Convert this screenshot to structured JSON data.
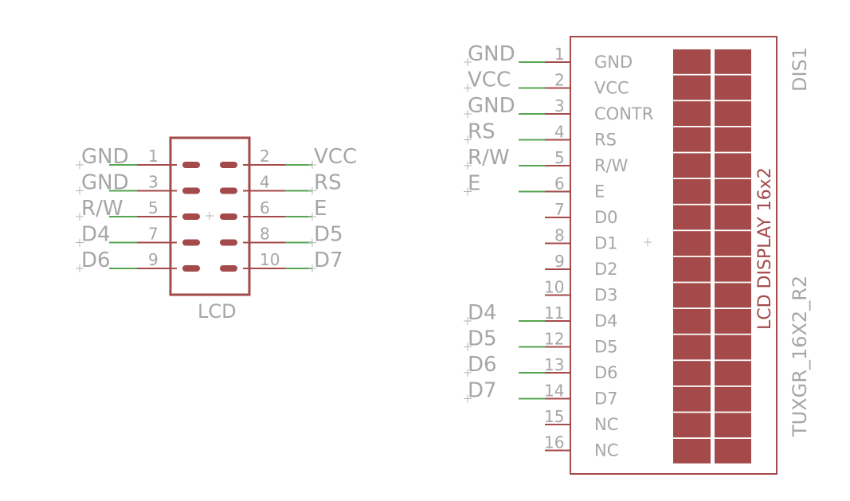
{
  "connector": {
    "name": "LCD",
    "left_pins": [
      {
        "num": "1",
        "net": "GND"
      },
      {
        "num": "3",
        "net": "GND"
      },
      {
        "num": "5",
        "net": "R/W"
      },
      {
        "num": "7",
        "net": "D4"
      },
      {
        "num": "9",
        "net": "D6"
      }
    ],
    "right_pins": [
      {
        "num": "2",
        "net": "VCC"
      },
      {
        "num": "4",
        "net": "RS"
      },
      {
        "num": "6",
        "net": "E"
      },
      {
        "num": "8",
        "net": "D5"
      },
      {
        "num": "10",
        "net": "D7"
      }
    ]
  },
  "display": {
    "ref": "DIS1",
    "value": "TUXGR_16X2_R2",
    "label": "LCD DISPLAY 16x2",
    "pins": [
      {
        "num": "1",
        "name": "GND",
        "net": "GND"
      },
      {
        "num": "2",
        "name": "VCC",
        "net": "VCC"
      },
      {
        "num": "3",
        "name": "CONTR",
        "net": "GND"
      },
      {
        "num": "4",
        "name": "RS",
        "net": "RS"
      },
      {
        "num": "5",
        "name": "R/W",
        "net": "R/W"
      },
      {
        "num": "6",
        "name": "E",
        "net": "E"
      },
      {
        "num": "7",
        "name": "D0",
        "net": ""
      },
      {
        "num": "8",
        "name": "D1",
        "net": ""
      },
      {
        "num": "9",
        "name": "D2",
        "net": ""
      },
      {
        "num": "10",
        "name": "D3",
        "net": ""
      },
      {
        "num": "11",
        "name": "D4",
        "net": "D4"
      },
      {
        "num": "12",
        "name": "D5",
        "net": "D5"
      },
      {
        "num": "13",
        "name": "D6",
        "net": "D6"
      },
      {
        "num": "14",
        "name": "D7",
        "net": "D7"
      },
      {
        "num": "15",
        "name": "NC",
        "net": ""
      },
      {
        "num": "16",
        "name": "NC",
        "net": ""
      }
    ]
  },
  "colors": {
    "part_outline": "#a44a4a",
    "net_wire": "#56a652",
    "text": "#a6a6a6",
    "cell_fill": "#a44a4a"
  }
}
